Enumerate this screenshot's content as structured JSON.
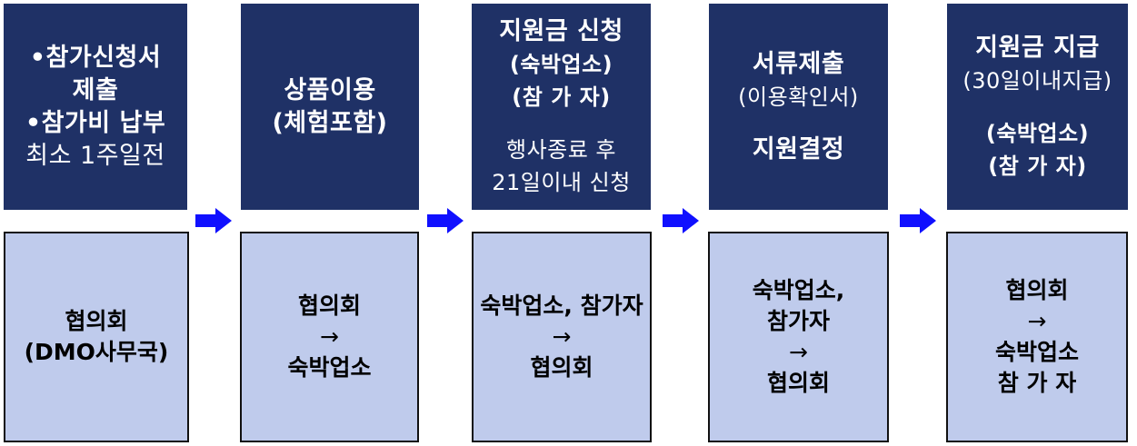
{
  "colors": {
    "top_fill": "#1f3166",
    "bottom_fill": "#bfcbec",
    "arrow": "#1010ff"
  },
  "steps": [
    {
      "top": [
        "•참가신청서",
        "제출",
        "•참가비 납부",
        "최소 1주일전"
      ],
      "bottom": [
        "협의회",
        "(DMO사무국)"
      ]
    },
    {
      "top": [
        "상품이용",
        "(체험포함)"
      ],
      "bottom": [
        "협의회",
        "→",
        "숙박업소"
      ]
    },
    {
      "top": [
        "지원금 신청",
        "(숙박업소)",
        "(참 가 자)",
        "행사종료 후",
        "21일이내 신청"
      ],
      "bottom": [
        "숙박업소, 참가자",
        "→",
        "협의회"
      ]
    },
    {
      "top": [
        "서류제출",
        "(이용확인서)",
        "지원결정"
      ],
      "bottom": [
        "숙박업소,",
        "참가자",
        "→",
        "협의회"
      ]
    },
    {
      "top": [
        "지원금 지급",
        "(30일이내지급)",
        "(숙박업소)",
        "(참 가 자)"
      ],
      "bottom": [
        "협의회",
        "→",
        "숙박업소",
        "참 가 자"
      ]
    }
  ]
}
